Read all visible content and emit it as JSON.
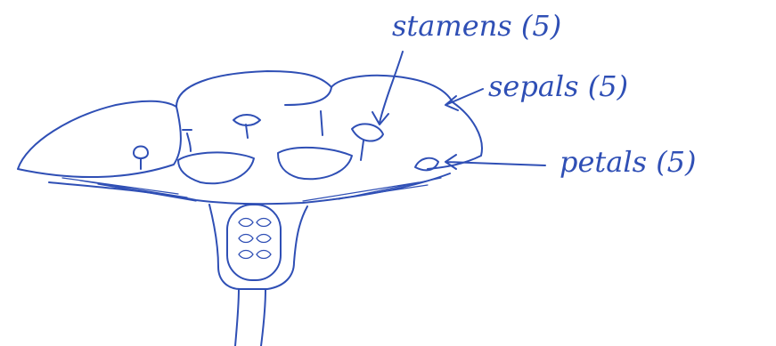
{
  "diagram": {
    "labels": {
      "stamens": "stamens (5)",
      "sepals": "sepals (5)",
      "petals": "petals (5)"
    }
  },
  "colors": {
    "ink": "#2f4fb5",
    "paper": "#ffffff"
  }
}
